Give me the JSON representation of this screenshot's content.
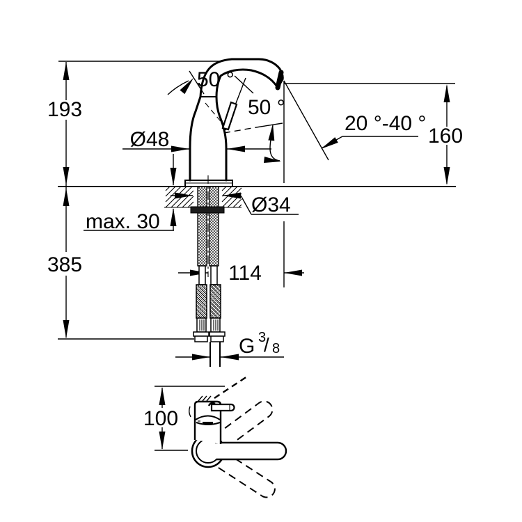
{
  "drawing": {
    "background": "#ffffff",
    "line_color": "#000000"
  },
  "front": {
    "labels": {
      "height_above_deck": "193",
      "height_below_deck": "385",
      "max_deck_thickness": "max. 30",
      "body_diameter": "Ø48",
      "deck_hole_diameter": "Ø34",
      "outlet_height": "160",
      "handle_open_angle": "50 °",
      "spout_pivot_angle": "50 °",
      "spout_angle_range": "20 °-40 °",
      "center_to_outlet": "114",
      "thread": {
        "letter": "G",
        "numerator": "3",
        "slash": "/",
        "denominator": "8"
      }
    }
  },
  "plan": {
    "labels": {
      "handle_height": "100"
    }
  }
}
